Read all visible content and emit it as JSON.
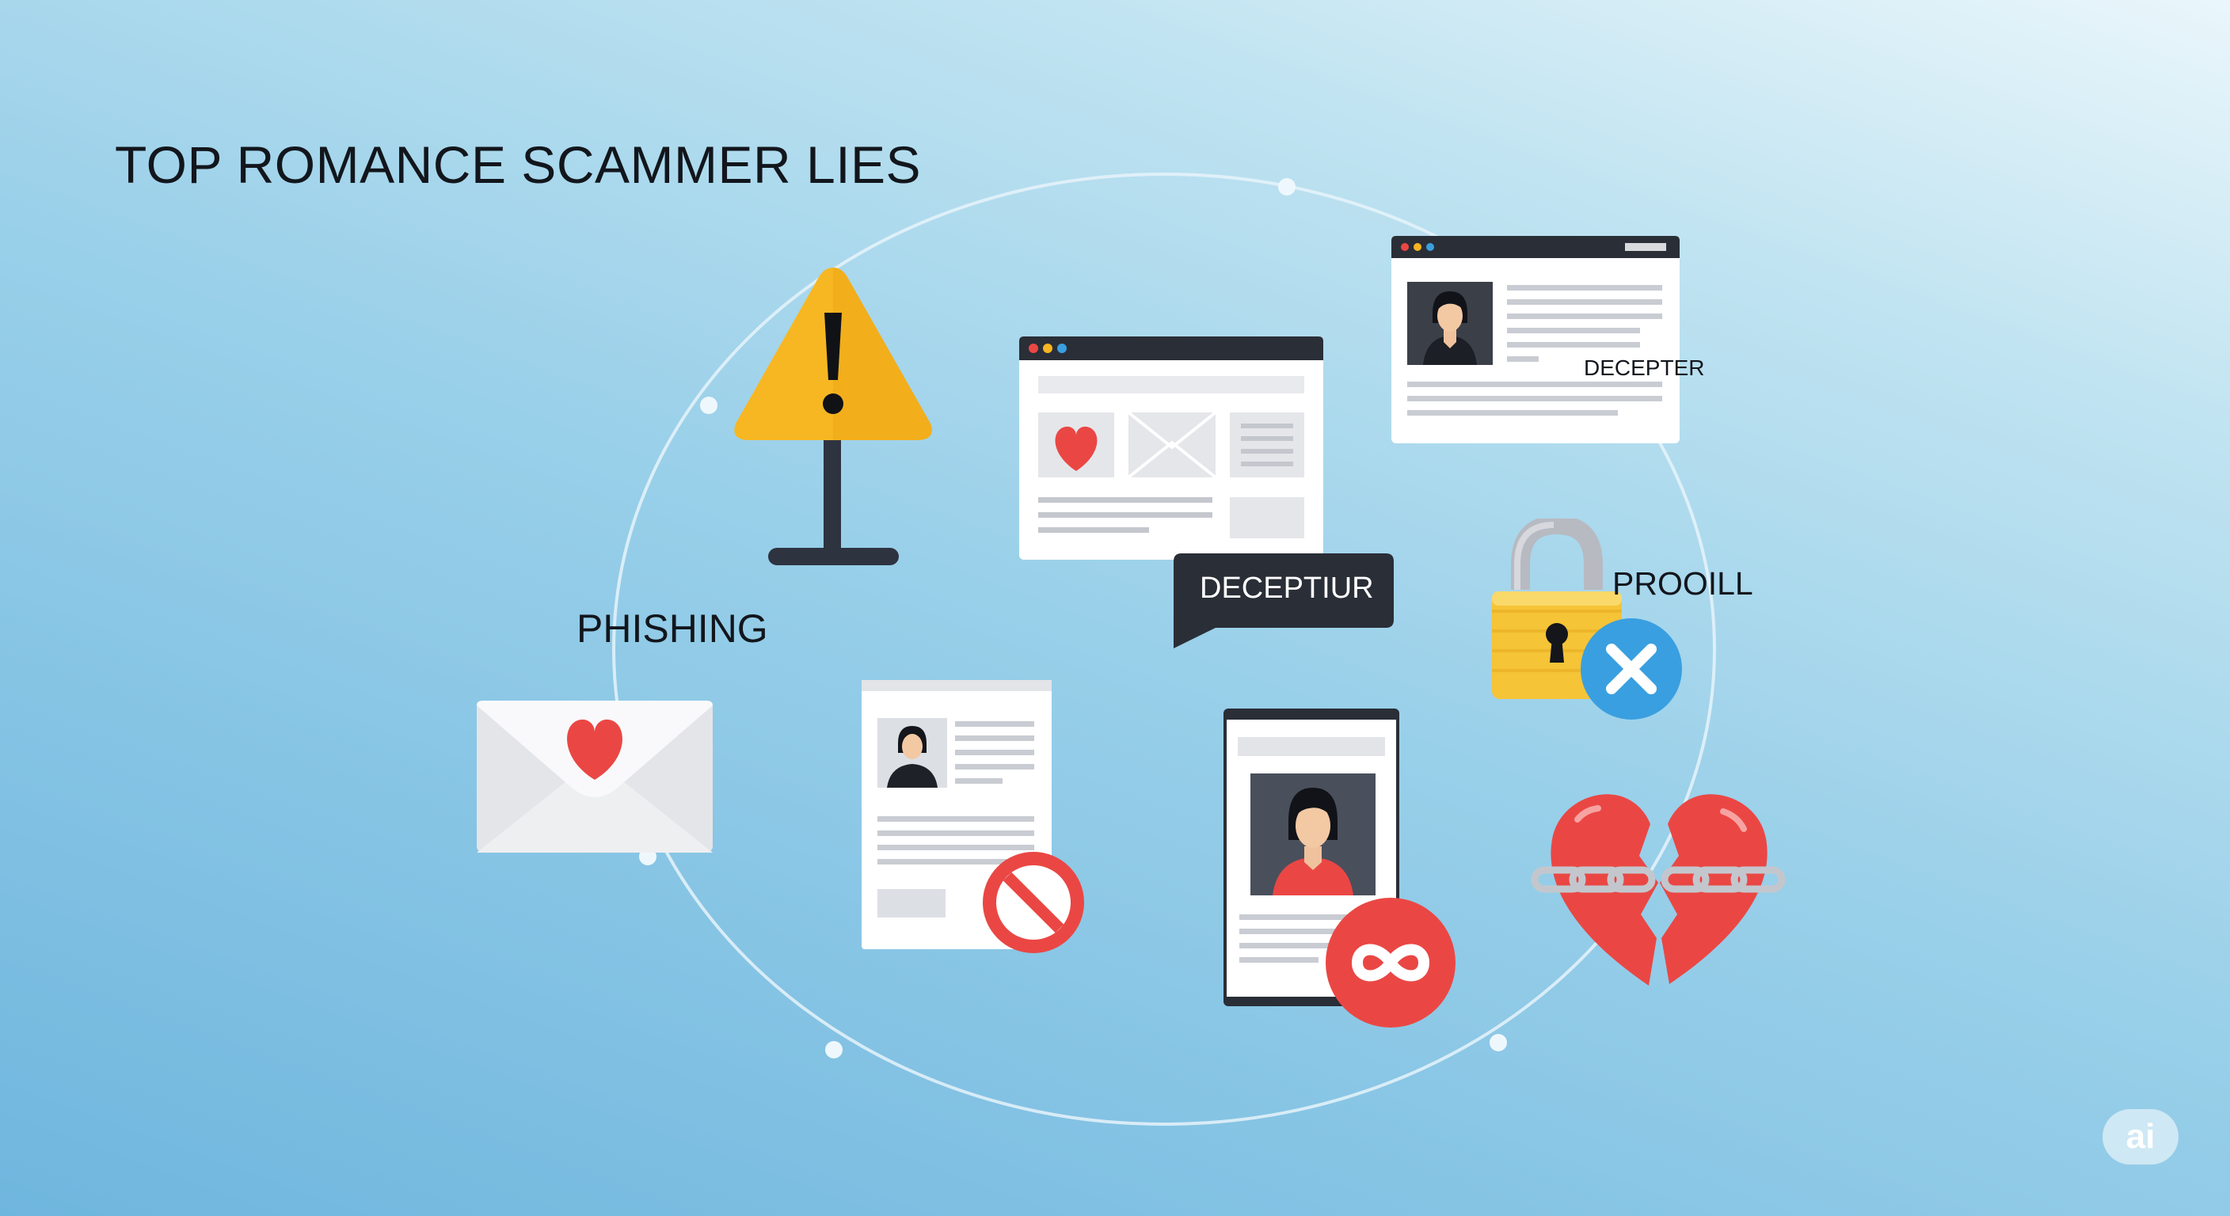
{
  "title": "TOP ROMANCE SCAMMER LIES",
  "labels": {
    "phishing": "PHISHING",
    "decepter": "DECEPTER",
    "deceptiur": "DECEPTIUR",
    "prooill": "PROOILL"
  },
  "badge": "ai",
  "icons": [
    "warning-sign-icon",
    "browser-window-icon",
    "profile-window-icon",
    "speech-bubble-icon",
    "padlock-icon",
    "envelope-heart-icon",
    "profile-document-icon",
    "prohibited-icon",
    "mobile-profile-icon",
    "infinity-icon",
    "broken-heart-chain-icon"
  ],
  "colors": {
    "warning": "#f6b521",
    "alert_red": "#ea4744",
    "lock_gold": "#f3c237",
    "cancel_blue": "#3a9fe0",
    "window_bar": "#2a2e37"
  }
}
